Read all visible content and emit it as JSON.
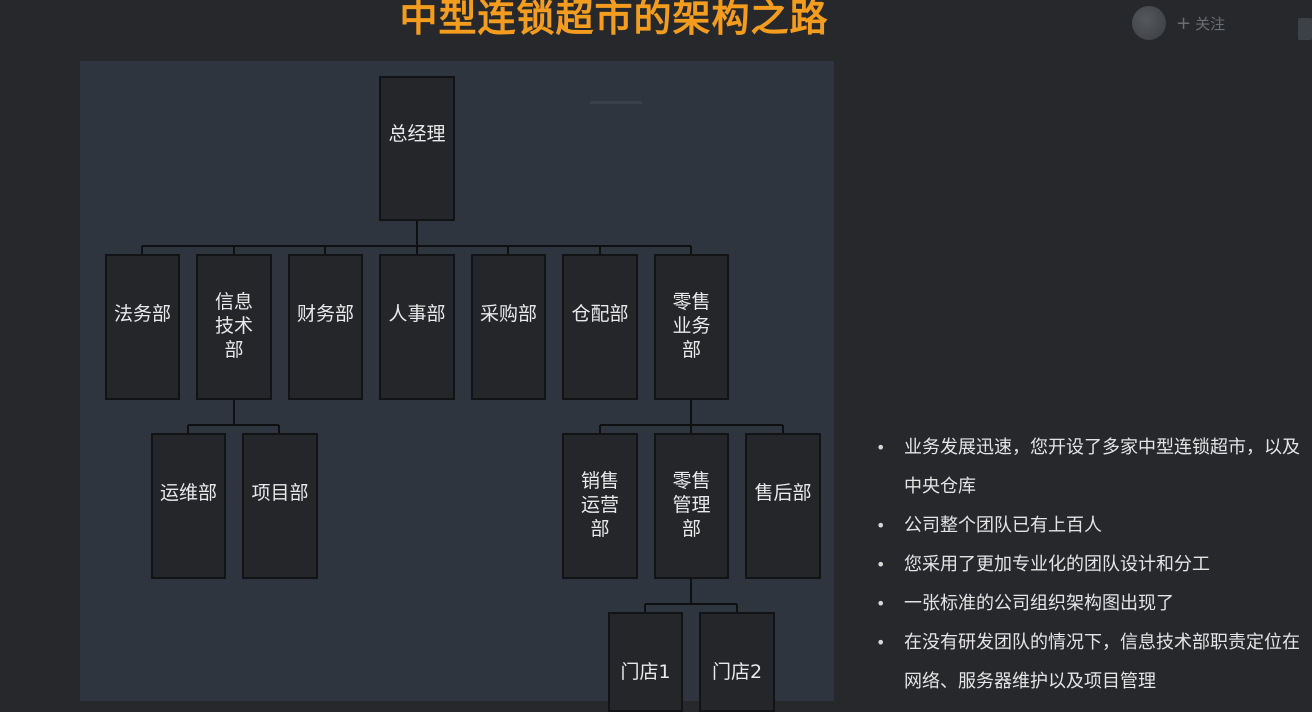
{
  "title": "中型连锁超市的架构之路",
  "follow": {
    "label": "关注"
  },
  "org": {
    "root": "总经理",
    "departments": [
      "法务部",
      "信息技术部",
      "财务部",
      "人事部",
      "采购部",
      "仓配部",
      "零售业务部"
    ],
    "it_children": [
      "运维部",
      "项目部"
    ],
    "retail_children": [
      "销售运营部",
      "零售管理部",
      "售后部"
    ],
    "store_children": [
      "门店1",
      "门店2"
    ]
  },
  "bullets": [
    "业务发展迅速，您开设了多家中型连锁超市，以及中央仓库",
    "公司整个团队已有上百人",
    "您采用了更加专业化的团队设计和分工",
    "一张标准的公司组织架构图出现了",
    "在没有研发团队的情况下，信息技术部职责定位在网络、服务器维护以及项目管理"
  ]
}
